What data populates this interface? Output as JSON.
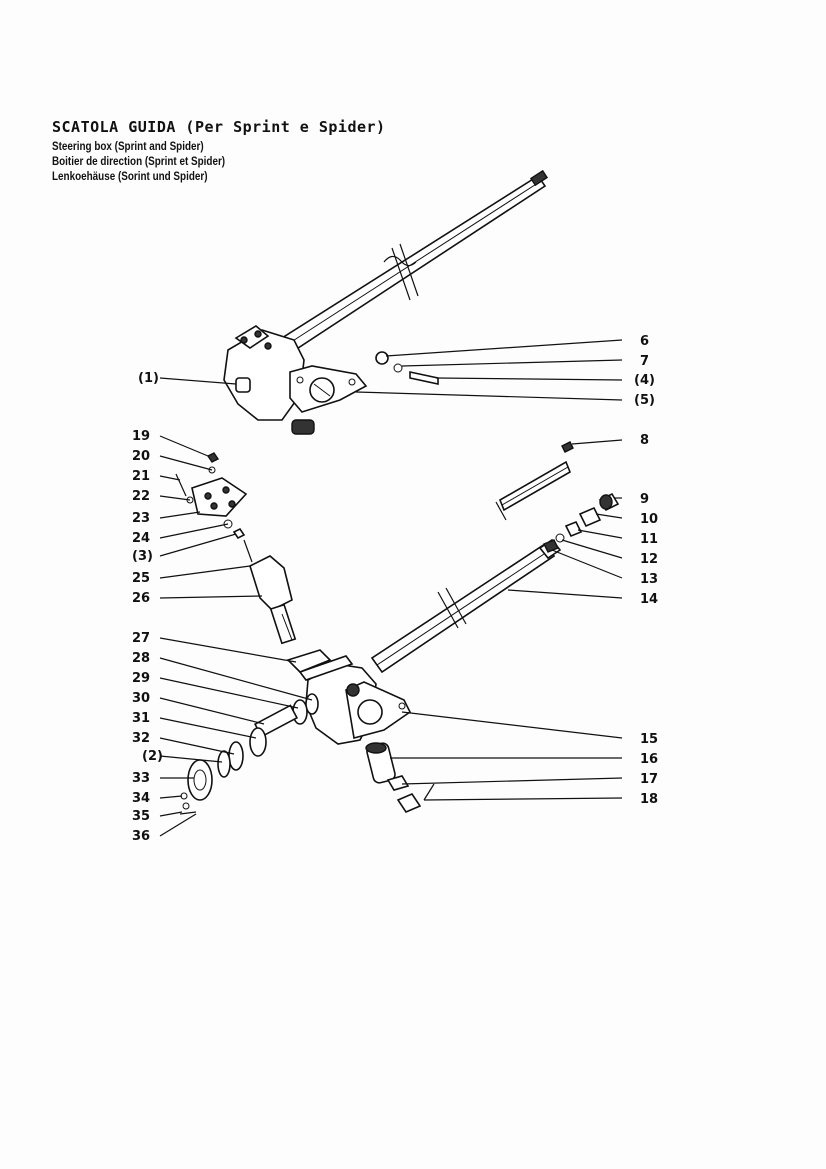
{
  "titles": {
    "main": "SCATOLA GUIDA (Per Sprint e Spider)",
    "en": "Steering box (Sprint and Spider)",
    "fr": "Boitier de direction (Sprint et Spider)",
    "de": "Lenkoehäuse (Sorint und Spider)"
  },
  "callouts_right": [
    "6",
    "7",
    "(4)",
    "(5)",
    "8",
    "9",
    "10",
    "11",
    "12",
    "13",
    "14",
    "15",
    "16",
    "17",
    "18"
  ],
  "callouts_left": [
    "(1)",
    "19",
    "20",
    "21",
    "22",
    "23",
    "24",
    "(3)",
    "25",
    "26",
    "27",
    "28",
    "29",
    "30",
    "31",
    "32",
    "(2)",
    "33",
    "34",
    "35",
    "36"
  ]
}
